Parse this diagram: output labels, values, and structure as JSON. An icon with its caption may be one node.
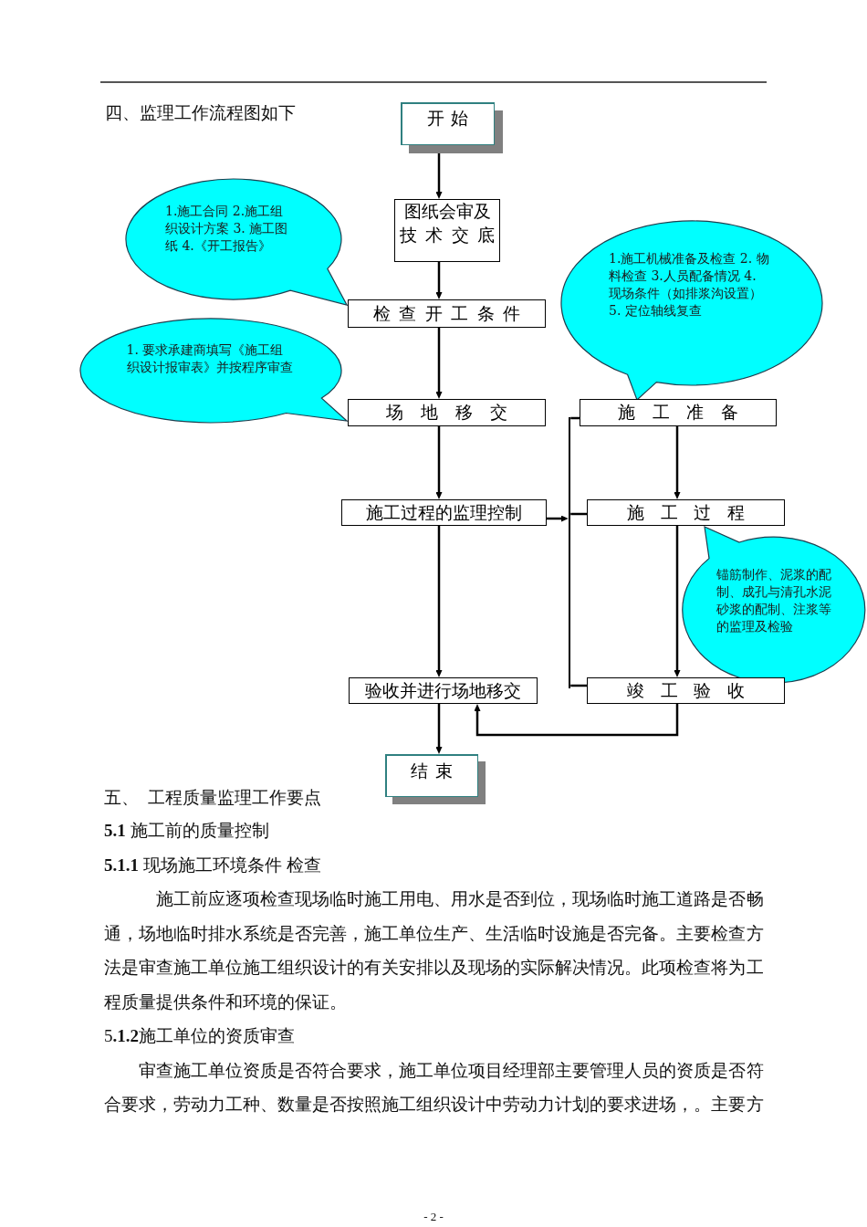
{
  "diagram": {
    "title": "四、监理工作流程图如下",
    "nodes": [
      {
        "text": [
          "开 始"
        ]
      },
      {
        "text": [
          "图纸会审及技 术 交 底"
        ]
      },
      {
        "text": [
          "1.施工合同 2.施工组织设计方案 3. 施工图纸 4.《开工报告》"
        ]
      },
      {
        "text": [
          "1.施工机械准备及检查 2. 物料检查 3.人员配备情况 4. 现场条件（如排浆沟设置）5. 定位轴线复查"
        ]
      },
      {
        "text": [
          "检 查 开 工 条 件"
        ]
      },
      {
        "text": [
          "1. 要求承建商填写《施工组织设计报审表》并按程序审查"
        ]
      },
      {
        "text": [
          "场 地 移 交"
        ]
      },
      {
        "text": [
          "施 工 准 备"
        ]
      },
      {
        "text": [],
        "shape": "bar"
      },
      {
        "text": [
          "施工过程的监理控制"
        ]
      },
      {
        "text": [
          "施 工 过 程"
        ]
      },
      {
        "text": [
          "锚筋制作、泥浆的配制、成孔与清孔水泥砂浆的配制、注浆等的监理及检验"
        ]
      },
      {
        "text": [
          "验收并进行场地移交"
        ]
      },
      {
        "text": [
          "竣 工 验 收"
        ]
      },
      {
        "text": [
          "结 束"
        ]
      }
    ],
    "edges": [
      {
        "from": 0,
        "to": 1,
        "arrow": "to"
      },
      {
        "from": 1,
        "to": 4,
        "arrow": "to"
      },
      {
        "from": 4,
        "to": 6,
        "arrow": "to"
      },
      {
        "from": 6,
        "to": 9,
        "arrow": "to"
      },
      {
        "from": 9,
        "to": 12,
        "arrow": "to"
      },
      {
        "from": 12,
        "to": 14,
        "arrow": "to"
      },
      {
        "from": 7,
        "to": 10,
        "arrow": "to"
      },
      {
        "from": 10,
        "to": 13,
        "arrow": "to"
      },
      {
        "from": 13,
        "to": 12,
        "arrow": "to"
      },
      {
        "from": 9,
        "to": 8,
        "arrow": "to"
      },
      {
        "from": 8,
        "to": 7,
        "arrow": "none"
      },
      {
        "from": 8,
        "to": 10,
        "arrow": "none"
      },
      {
        "from": 8,
        "to": 13,
        "arrow": "none"
      }
    ],
    "labels": [
      "五、 工程质量监理工作要点",
      "**5.1** 施工前的质量控制",
      "**5.1.1** 现场施工环境条件 检查",
      "施工前应逐项检查现场临时施工用电、用水是否到位，现场临时施工道路是否畅通，场地临时排水系统是否完善，施工单位生产、生活临时设施是否完备。主要检查方法是审查施工单位施工组织设计的有关安排以及现场的实际解决情况。此项检查将为工程质量提供条件和环境的保证。",
      "5**.1.2**施工单位的资质审查",
      "审查施工单位资质是否符合要求，施工单位项目经理部主要管理人员的资质是否符合要求，劳动力工种、数量是否按照施工组织设计中劳动力计划的要求进场，。主要方",
      "- 2 -"
    ]
  }
}
